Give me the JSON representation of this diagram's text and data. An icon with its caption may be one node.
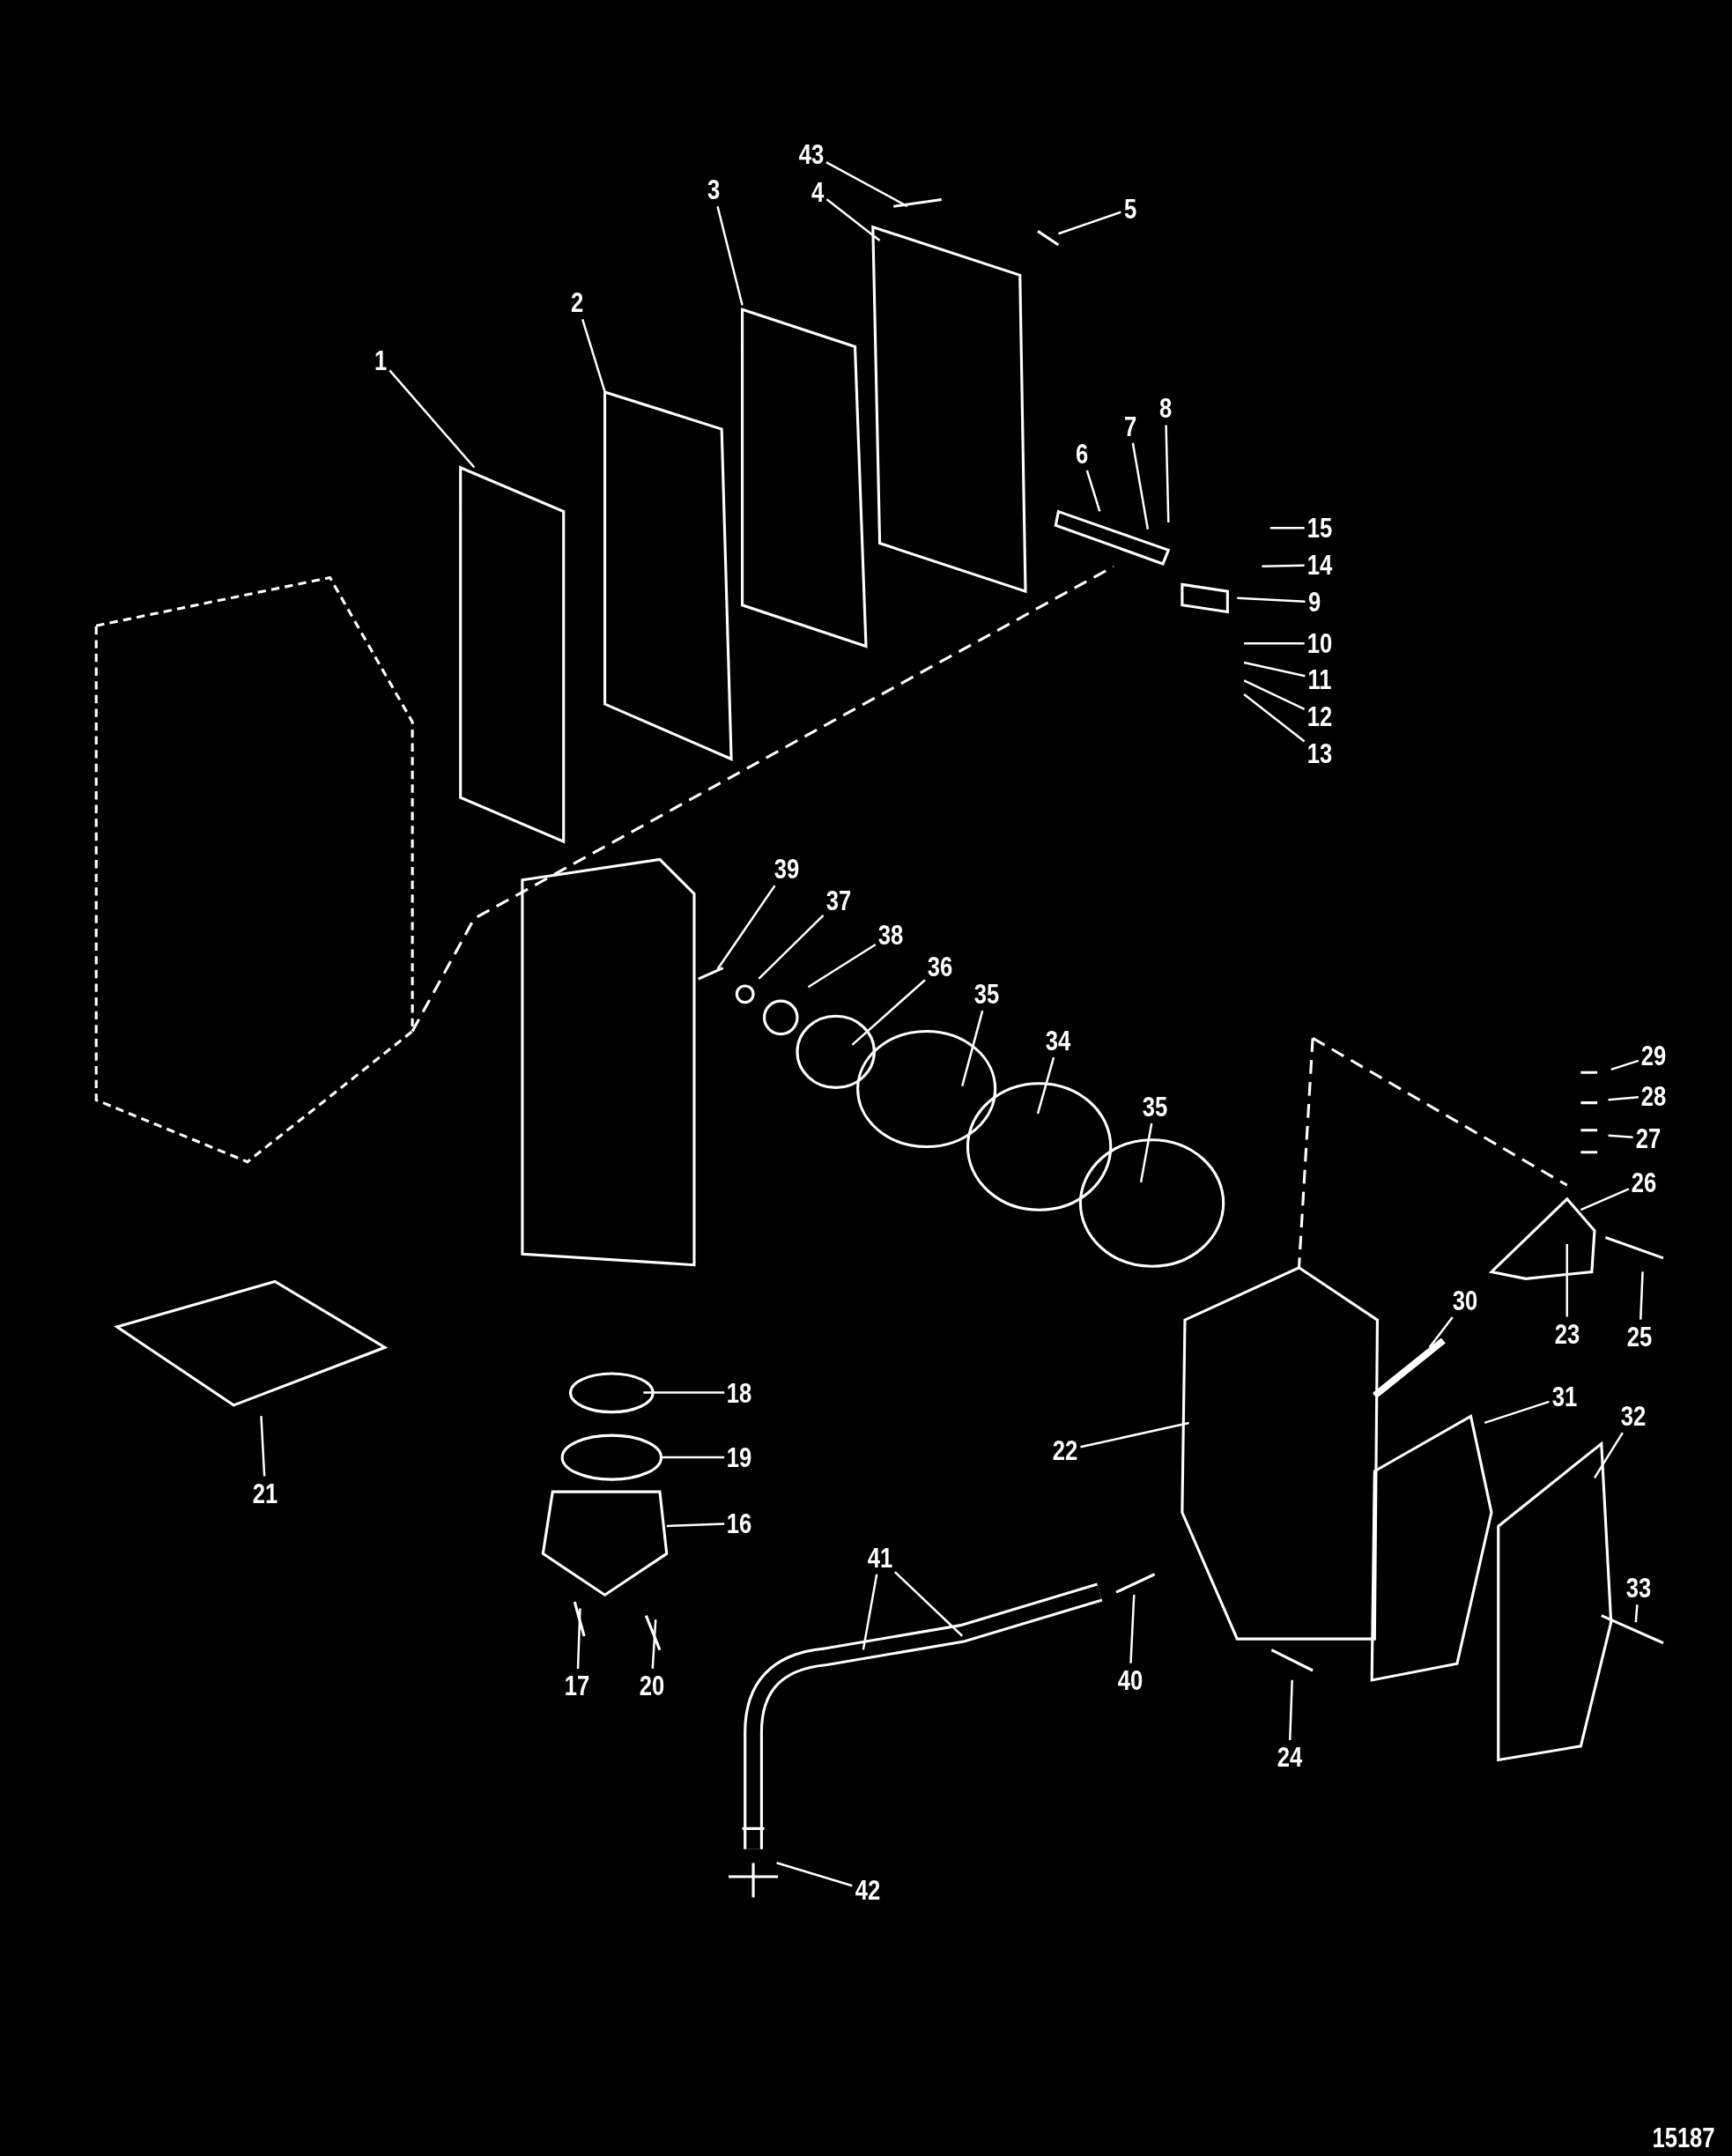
{
  "diagram": {
    "nodes": [
      {
        "text": [
          "1"
        ]
      },
      {
        "text": [
          "2"
        ]
      },
      {
        "text": [
          "3"
        ]
      },
      {
        "text": [
          "4"
        ]
      },
      {
        "text": [
          "5"
        ]
      },
      {
        "text": [
          "6"
        ]
      },
      {
        "text": [
          "7"
        ]
      },
      {
        "text": [
          "8"
        ]
      },
      {
        "text": [
          "9"
        ]
      },
      {
        "text": [
          "10"
        ]
      },
      {
        "text": [
          "11"
        ]
      },
      {
        "text": [
          "12"
        ]
      },
      {
        "text": [
          "13"
        ]
      },
      {
        "text": [
          "14"
        ]
      },
      {
        "text": [
          "15"
        ]
      },
      {
        "text": [
          "16"
        ]
      },
      {
        "text": [
          "17"
        ]
      },
      {
        "text": [
          "18"
        ]
      },
      {
        "text": [
          "19"
        ]
      },
      {
        "text": [
          "20"
        ]
      },
      {
        "text": [
          "21"
        ]
      },
      {
        "text": [
          "22"
        ]
      },
      {
        "text": [
          "23"
        ]
      },
      {
        "text": [
          "24"
        ]
      },
      {
        "text": [
          "25"
        ]
      },
      {
        "text": [
          "26"
        ]
      },
      {
        "text": [
          "27"
        ]
      },
      {
        "text": [
          "28"
        ]
      },
      {
        "text": [
          "29"
        ]
      },
      {
        "text": [
          "30"
        ]
      },
      {
        "text": [
          "31"
        ]
      },
      {
        "text": [
          "32"
        ]
      },
      {
        "text": [
          "33"
        ]
      },
      {
        "text": [
          "34"
        ]
      },
      {
        "text": [
          "35"
        ]
      },
      {
        "text": [
          "35"
        ]
      },
      {
        "text": [
          "36"
        ]
      },
      {
        "text": [
          "37"
        ]
      },
      {
        "text": [
          "38"
        ]
      },
      {
        "text": [
          "39"
        ]
      },
      {
        "text": [
          "40"
        ]
      },
      {
        "text": [
          "41"
        ]
      },
      {
        "text": [
          "42"
        ]
      },
      {
        "text": [
          "43"
        ]
      }
    ],
    "edges": [
      {
        "from": 0,
        "to": null,
        "arrow": "none"
      },
      {
        "from": 1,
        "to": null,
        "arrow": "none"
      },
      {
        "from": 2,
        "to": null,
        "arrow": "none"
      },
      {
        "from": 3,
        "to": null,
        "arrow": "none"
      },
      {
        "from": 4,
        "to": null,
        "arrow": "none"
      },
      {
        "from": 5,
        "to": null,
        "arrow": "none"
      },
      {
        "from": 6,
        "to": null,
        "arrow": "none"
      },
      {
        "from": 7,
        "to": null,
        "arrow": "none"
      },
      {
        "from": 8,
        "to": null,
        "arrow": "none"
      },
      {
        "from": 9,
        "to": null,
        "arrow": "none"
      },
      {
        "from": 10,
        "to": null,
        "arrow": "none"
      },
      {
        "from": 11,
        "to": null,
        "arrow": "none"
      },
      {
        "from": 12,
        "to": null,
        "arrow": "none"
      },
      {
        "from": 13,
        "to": null,
        "arrow": "none"
      },
      {
        "from": 14,
        "to": null,
        "arrow": "none"
      },
      {
        "from": 15,
        "to": null,
        "arrow": "none"
      },
      {
        "from": 16,
        "to": null,
        "arrow": "none"
      },
      {
        "from": 17,
        "to": null,
        "arrow": "none"
      },
      {
        "from": 18,
        "to": null,
        "arrow": "none"
      },
      {
        "from": 19,
        "to": null,
        "arrow": "none"
      },
      {
        "from": 20,
        "to": null,
        "arrow": "none"
      },
      {
        "from": 21,
        "to": null,
        "arrow": "none"
      },
      {
        "from": 22,
        "to": null,
        "arrow": "none"
      },
      {
        "from": 23,
        "to": null,
        "arrow": "none"
      },
      {
        "from": 24,
        "to": null,
        "arrow": "none"
      },
      {
        "from": 25,
        "to": null,
        "arrow": "none"
      },
      {
        "from": 26,
        "to": null,
        "arrow": "none"
      },
      {
        "from": 27,
        "to": null,
        "arrow": "none"
      },
      {
        "from": 28,
        "to": null,
        "arrow": "none"
      },
      {
        "from": 29,
        "to": null,
        "arrow": "none"
      },
      {
        "from": 30,
        "to": null,
        "arrow": "none"
      },
      {
        "from": 31,
        "to": null,
        "arrow": "none"
      },
      {
        "from": 32,
        "to": null,
        "arrow": "none"
      },
      {
        "from": 33,
        "to": null,
        "arrow": "none"
      },
      {
        "from": 34,
        "to": null,
        "arrow": "none"
      },
      {
        "from": 35,
        "to": null,
        "arrow": "none"
      },
      {
        "from": 36,
        "to": null,
        "arrow": "none"
      },
      {
        "from": 37,
        "to": null,
        "arrow": "none"
      },
      {
        "from": 38,
        "to": null,
        "arrow": "none"
      },
      {
        "from": 39,
        "to": null,
        "arrow": "none"
      },
      {
        "from": 40,
        "to": null,
        "arrow": "none"
      },
      {
        "from": 41,
        "to": null,
        "arrow": "none"
      },
      {
        "from": 41,
        "to": null,
        "arrow": "none"
      },
      {
        "from": 42,
        "to": null,
        "arrow": "none"
      },
      {
        "from": 43,
        "to": null,
        "arrow": "none"
      }
    ],
    "labels": [
      "15187"
    ]
  }
}
